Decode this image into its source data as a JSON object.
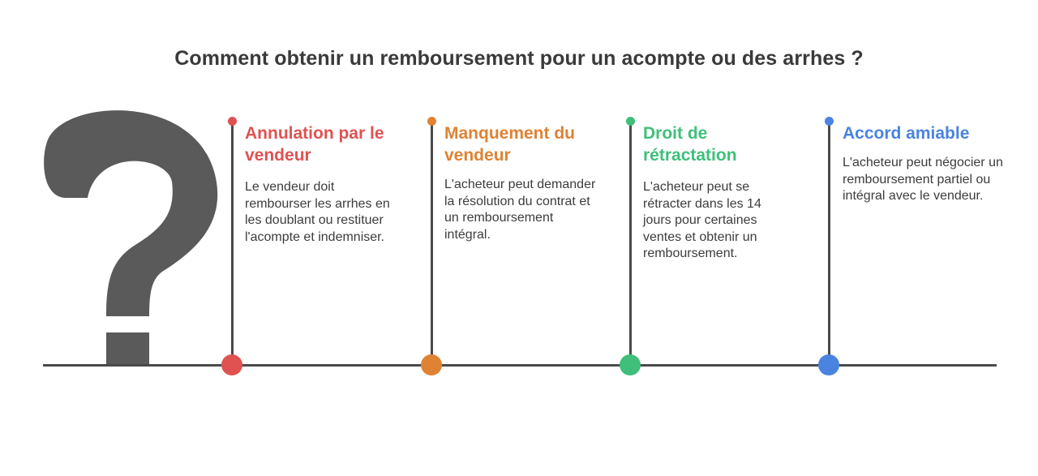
{
  "title": "Comment obtenir un remboursement pour un acompte ou des arrhes ?",
  "decoration": {
    "icon": "question-mark-icon",
    "color": "#5a5a5a"
  },
  "steps": [
    {
      "title": "Annulation par le vendeur",
      "description": "Le vendeur doit rembourser les arrhes en les doublant ou restituer l'acompte et indemniser.",
      "color": "#e05252"
    },
    {
      "title": "Manquement du vendeur",
      "description": "L'acheteur peut demander la résolution du contrat et un remboursement intégral.",
      "color": "#df8233"
    },
    {
      "title": "Droit de rétractation",
      "description": "L'acheteur peut se rétracter dans les 14 jours pour certaines ventes et obtenir un remboursement.",
      "color": "#3fbf7a"
    },
    {
      "title": "Accord amiable",
      "description": "L'acheteur peut négocier un remboursement partiel ou intégral avec le vendeur.",
      "color": "#4a83e0"
    }
  ]
}
